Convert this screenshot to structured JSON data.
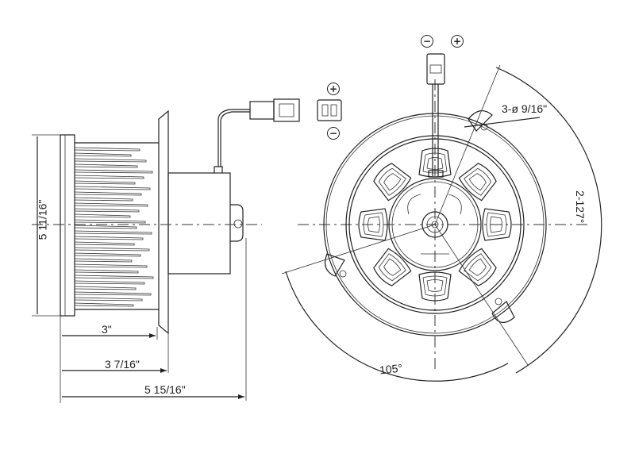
{
  "dimensions": {
    "height": "5 11/16\"",
    "depth_wheel": "3\"",
    "depth_plate": "3 7/16\"",
    "depth_overall": "5 15/16\"",
    "mount_holes": "3-ø 9/16\"",
    "hole_angle": "2-127°",
    "hole_angle_2": "105°"
  },
  "terminals": {
    "negative": "−",
    "positive": "+"
  }
}
